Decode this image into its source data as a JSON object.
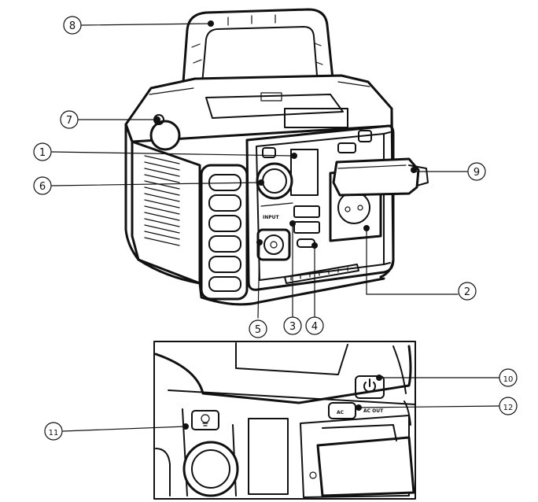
{
  "callouts": [
    {
      "id": "1",
      "label": "1"
    },
    {
      "id": "2",
      "label": "2"
    },
    {
      "id": "3",
      "label": "3"
    },
    {
      "id": "4",
      "label": "4"
    },
    {
      "id": "5",
      "label": "5"
    },
    {
      "id": "6",
      "label": "6"
    },
    {
      "id": "7",
      "label": "7"
    },
    {
      "id": "8",
      "label": "8"
    },
    {
      "id": "9",
      "label": "9"
    },
    {
      "id": "10",
      "label": "10"
    },
    {
      "id": "11",
      "label": "11"
    },
    {
      "id": "12",
      "label": "12"
    }
  ],
  "panel_text": {
    "input_label": "INPUT",
    "ac_button_label": "AC",
    "ac_out_label": "AC OUT"
  },
  "icons": {
    "light": "lightbulb-icon",
    "power": "power-icon"
  }
}
